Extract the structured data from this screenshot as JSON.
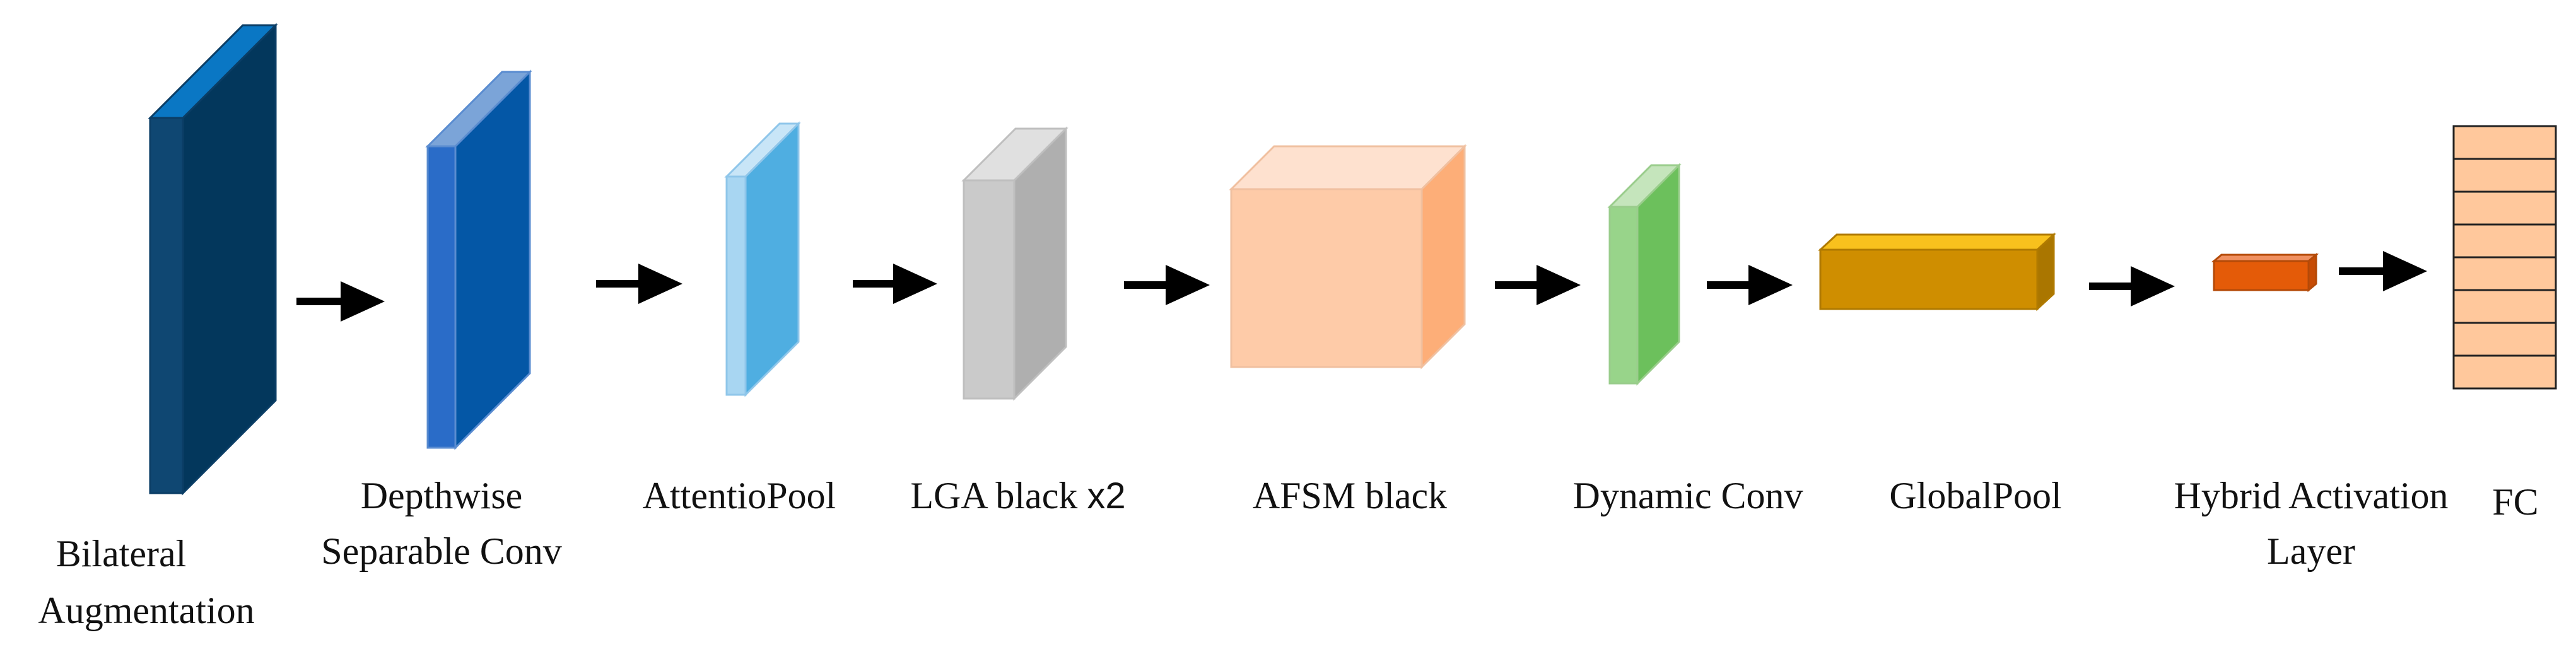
{
  "blocks": [
    {
      "id": "bilateral",
      "lines": [
        "Bilateral",
        "Augmentation"
      ],
      "colors": {
        "front": "#0F4772",
        "side": "#03375C",
        "top": "#0A77C4",
        "stroke": "#0B3E66"
      }
    },
    {
      "id": "depthwise",
      "lines": [
        "Depthwise",
        "Separable Conv"
      ],
      "colors": {
        "front": "#2A6CC8",
        "side": "#0457A6",
        "top": "#7BA4D8",
        "stroke": "#5A8CD0"
      }
    },
    {
      "id": "attentiopool",
      "lines": [
        "AttentioPool"
      ],
      "colors": {
        "front": "#A8D6F2",
        "side": "#4FAEE1",
        "top": "#C8E5F7",
        "stroke": "#8FC6EA"
      }
    },
    {
      "id": "lga",
      "lines": [
        "LGA black "
      ],
      "suffix": "x2",
      "colors": {
        "front": "#CACACA",
        "side": "#AFAFAF",
        "top": "#E0E0E0",
        "stroke": "#BFBFBF"
      }
    },
    {
      "id": "afsm",
      "lines": [
        "AFSM black"
      ],
      "colors": {
        "front": "#FECBA8",
        "side": "#FDAE78",
        "top": "#FEE1CF",
        "stroke": "#F0C0A0"
      }
    },
    {
      "id": "dynamic",
      "lines": [
        "Dynamic Conv"
      ],
      "colors": {
        "front": "#98D48A",
        "side": "#6CC05C",
        "top": "#C5E5BC",
        "stroke": "#9ACD8C"
      }
    },
    {
      "id": "globalpool",
      "lines": [
        "GlobalPool"
      ],
      "colors": {
        "front": "#CF8E00",
        "side": "#AA7600",
        "top": "#F8C11D",
        "stroke": "#B07A00"
      }
    },
    {
      "id": "hybrid",
      "lines": [
        "Hybrid Activation",
        "Layer"
      ],
      "colors": {
        "front": "#E45B08",
        "side": "#C74C05",
        "top": "#F09060",
        "stroke": "#B44A08"
      }
    },
    {
      "id": "fc",
      "lines": [
        "FC"
      ],
      "colors": {
        "fill": "#FFC89C",
        "stroke": "#222222"
      }
    }
  ],
  "arrow_color": "#000000"
}
